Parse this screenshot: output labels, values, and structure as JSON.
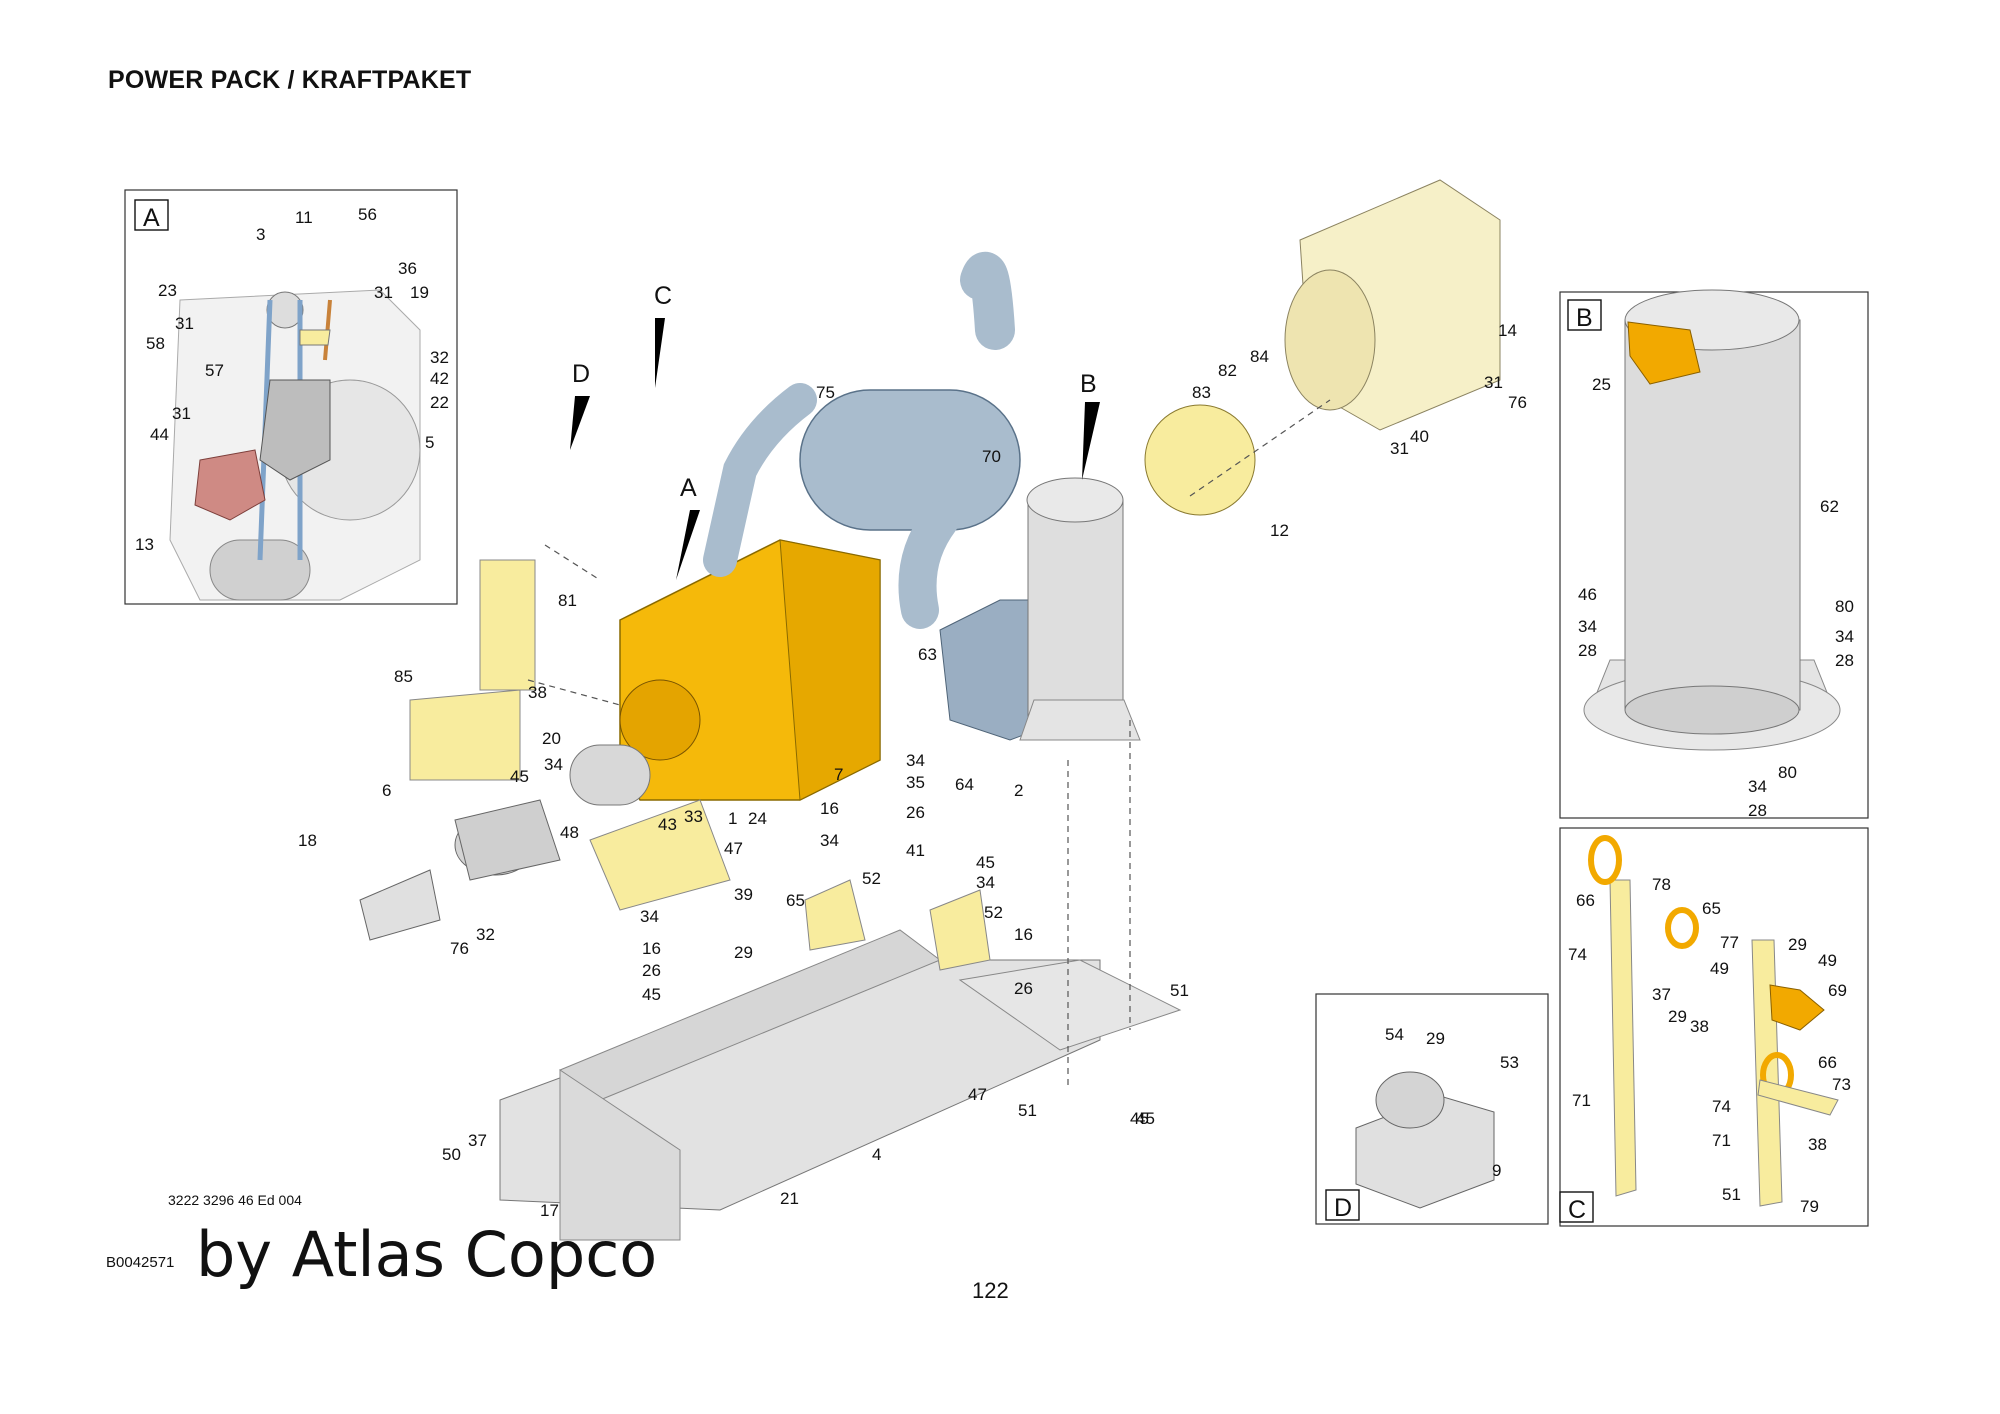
{
  "page": {
    "title": "POWER PACK / KRAFTPAKET",
    "doc_ref": "3222 3296 46 Ed 004",
    "figure_code": "B0042571",
    "watermark": "by Atlas Copco",
    "page_number": "122"
  },
  "detail_tags": {
    "A": "A",
    "B": "B",
    "C": "C",
    "D": "D"
  },
  "callouts": {
    "A": [
      "11",
      "56",
      "3",
      "36",
      "31",
      "19",
      "23",
      "31",
      "58",
      "32",
      "57",
      "42",
      "31",
      "22",
      "44",
      "5",
      "13"
    ],
    "B": [
      "25",
      "62",
      "46",
      "80",
      "34",
      "28",
      "34",
      "28",
      "80",
      "34",
      "28"
    ],
    "C": [
      "66",
      "78",
      "65",
      "74",
      "77",
      "49",
      "37",
      "29",
      "38",
      "29",
      "49",
      "69",
      "66",
      "73",
      "71",
      "74",
      "38",
      "71",
      "51",
      "79"
    ],
    "D": [
      "54",
      "29",
      "53",
      "9"
    ],
    "main": [
      "C",
      "D",
      "75",
      "A",
      "70",
      "B",
      "81",
      "85",
      "38",
      "20",
      "6",
      "45",
      "34",
      "48",
      "18",
      "32",
      "76",
      "43",
      "33",
      "1",
      "24",
      "47",
      "39",
      "34",
      "16",
      "29",
      "26",
      "45",
      "65",
      "52",
      "45",
      "34",
      "52",
      "16",
      "26",
      "63",
      "64",
      "2",
      "7",
      "34",
      "35",
      "16",
      "26",
      "34",
      "41",
      "12",
      "84",
      "82",
      "83",
      "14",
      "31",
      "76",
      "31",
      "40",
      "51",
      "45",
      "47",
      "51",
      "45",
      "37",
      "50",
      "17",
      "21",
      "4"
    ]
  },
  "colors": {
    "engine": "#f5b90a",
    "engine_dark": "#c98f00",
    "exhaust": "#a9bccd",
    "pale_yellow": "#f8ec9e",
    "frame": "#dcdcdc",
    "tank": "#d8d8d8",
    "pump_red": "#cf8a84",
    "orange_part": "#f2a900",
    "transmission": "#f6f0c8"
  }
}
